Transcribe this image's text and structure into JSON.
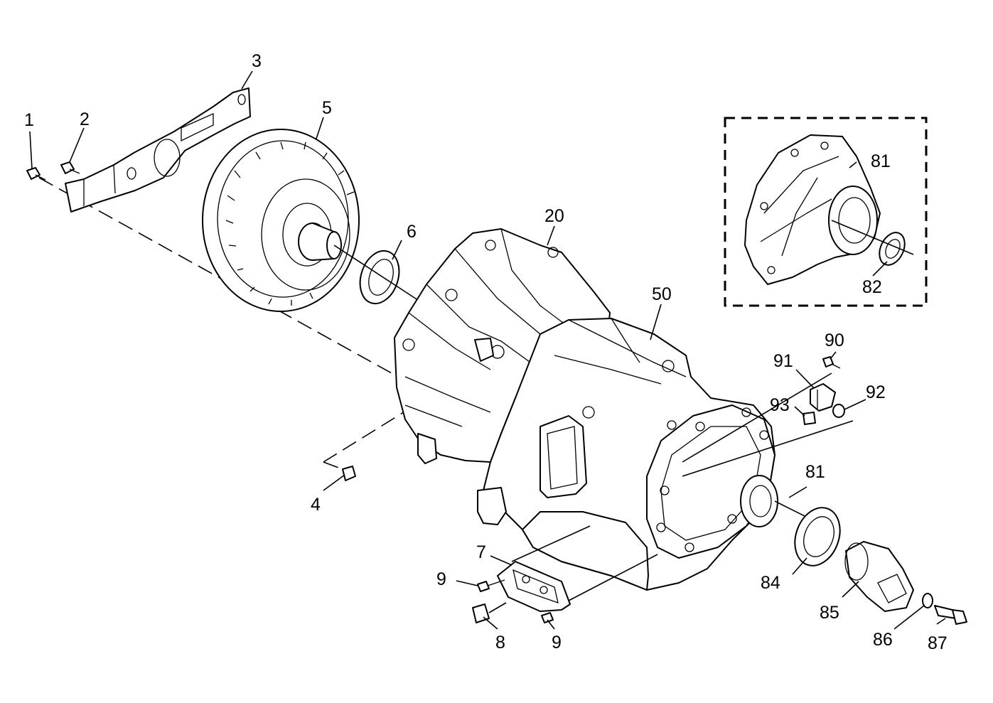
{
  "callouts": {
    "c1": "1",
    "c2": "2",
    "c3": "3",
    "c4": "4",
    "c5": "5",
    "c6": "6",
    "c7": "7",
    "c8": "8",
    "c9a": "9",
    "c9b": "9",
    "c20": "20",
    "c50": "50",
    "c81a": "81",
    "c81b": "81",
    "c82": "82",
    "c84": "84",
    "c85": "85",
    "c86": "86",
    "c87": "87",
    "c90": "90",
    "c91": "91",
    "c92": "92",
    "c93": "93"
  }
}
